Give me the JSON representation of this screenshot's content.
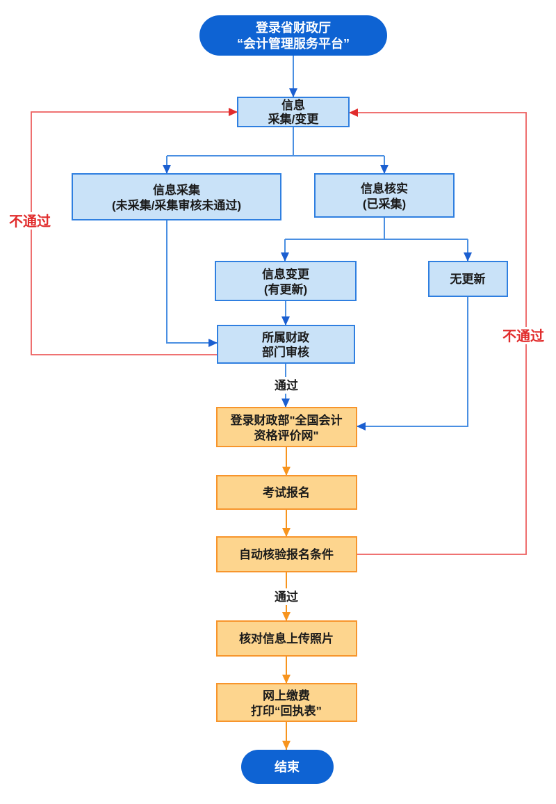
{
  "colors": {
    "primary_blue": "#0e63d3",
    "light_blue_fill": "#c9e2f8",
    "blue_border": "#2f7fe0",
    "blue_line": "#4a8fe2",
    "blue_arrowhead": "#1b5fd0",
    "orange_fill": "#fdd58e",
    "orange_border": "#f7952c",
    "orange_line": "#f7941e",
    "red_line": "#ed5f5f",
    "red_accent": "#e12c2c",
    "text_dark": "#1a1a1a",
    "text_white": "#ffffff"
  },
  "nodes": {
    "start": {
      "lines": [
        "登录省财政厅",
        "“会计管理服务平台”"
      ]
    },
    "info_collect_change": {
      "lines": [
        "信息",
        "采集/变更"
      ]
    },
    "info_collection": {
      "lines": [
        "信息采集",
        "(未采集/采集审核未通过)"
      ]
    },
    "info_verification": {
      "lines": [
        "信息核实",
        "(已采集)"
      ]
    },
    "info_change": {
      "lines": [
        "信息变更",
        "(有更新)"
      ]
    },
    "no_update": {
      "lines": [
        "无更新"
      ]
    },
    "finance_review": {
      "lines": [
        "所属财政",
        "部门审核"
      ]
    },
    "login_national": {
      "lines": [
        "登录财政部\"全国会计",
        "资格评价网\""
      ]
    },
    "exam_registration": {
      "lines": [
        "考试报名"
      ]
    },
    "auto_check": {
      "lines": [
        "自动核验报名条件"
      ]
    },
    "verify_upload_photo": {
      "lines": [
        "核对信息上传照片"
      ]
    },
    "pay_print_receipt": {
      "lines": [
        "网上缴费",
        "打印“回执表”"
      ]
    },
    "end": {
      "lines": [
        "结束"
      ]
    }
  },
  "edge_labels": {
    "pass_after_review": "通过",
    "pass_after_check": "通过",
    "fail_left": "不通过",
    "fail_right": "不通过"
  }
}
